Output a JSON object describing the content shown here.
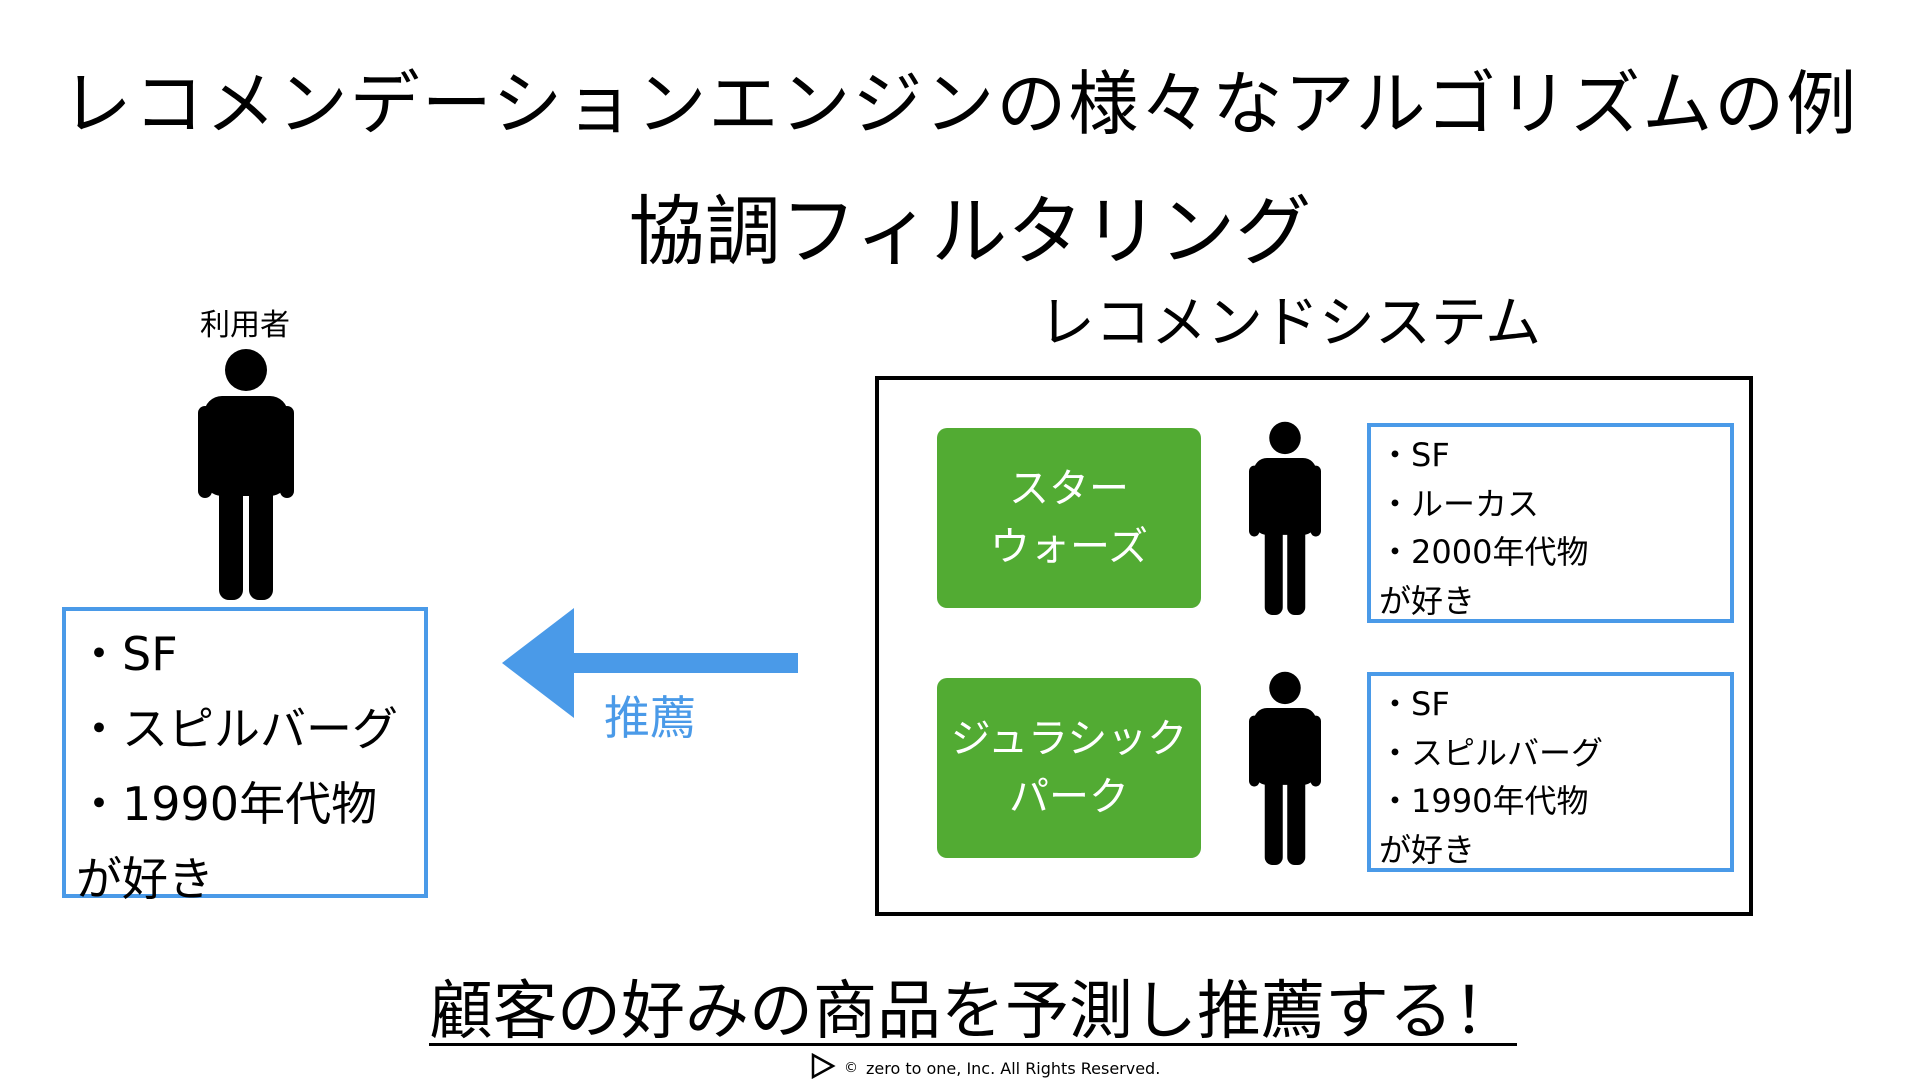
{
  "slide": {
    "title": "レコメンデーションエンジンの様々なアルゴリズムの例",
    "subtitle": "協調フィルタリング",
    "system_label": "レコメンドシステム",
    "tagline": "顧客の好みの商品を予測し推薦する！"
  },
  "user": {
    "label": "利用者",
    "icon": "person-icon",
    "preferences": [
      "・SF",
      "・スピルバーグ",
      "・1990年代物",
      "が好き"
    ]
  },
  "arrow": {
    "label": "推薦",
    "direction": "left",
    "color": "#4a9ae8"
  },
  "system": {
    "rows": [
      {
        "movie_lines": [
          "スター",
          "ウォーズ"
        ],
        "icon": "person-icon",
        "preferences": [
          "・SF",
          "・ルーカス",
          "・2000年代物",
          "が好き"
        ]
      },
      {
        "movie_lines": [
          "ジュラシック",
          "パーク"
        ],
        "icon": "person-icon",
        "preferences": [
          "・SF",
          "・スピルバーグ",
          "・1990年代物",
          "が好き"
        ]
      }
    ]
  },
  "colors": {
    "accent_blue": "#4a9ae8",
    "card_green": "#52ab33",
    "text": "#000000",
    "background": "#ffffff"
  },
  "footer": {
    "logo_icon": "play-triangle-icon",
    "copyright_symbol": "©",
    "text": "zero to one, Inc. All Rights Reserved."
  }
}
